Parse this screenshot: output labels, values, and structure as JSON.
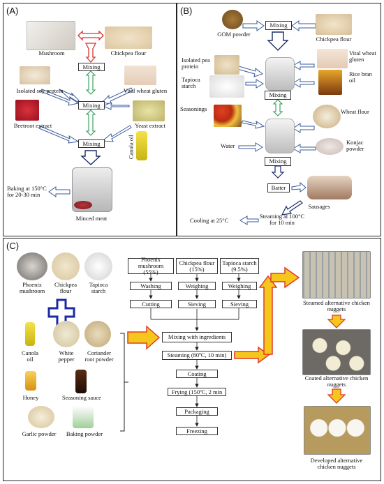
{
  "panels": {
    "a": "(A)",
    "b": "(B)",
    "c": "(C)"
  },
  "panel_a": {
    "mushroom": "Mushroom",
    "chickpea_flour": "Chickpea flour",
    "mixing1": "Mixing",
    "isolated_soy_protein": "Isolated soy protein",
    "vital_wheat_gluten": "Vital wheat gluten",
    "mixing2": "Mixing",
    "beetroot_extract": "Beetroot extract",
    "yeast_extract": "Yeast extract",
    "mixing3": "Mixing",
    "canola_oil": "Canola oil",
    "baking_line1": "Baking at 150°C",
    "baking_line2": "for 20-30 min",
    "minced_meat": "Minced meat"
  },
  "panel_b": {
    "gom_powder": "GOM powder",
    "mixing_top": "Mixing",
    "chickpea_flour": "Chickpea flour",
    "isolated_pea_protein_l1": "Isolated pea",
    "isolated_pea_protein_l2": "protein",
    "tapioca_starch_l1": "Tapioca",
    "tapioca_starch_l2": "starch",
    "vital_wheat_gluten_l1": "Vital wheat",
    "vital_wheat_gluten_l2": "gluten",
    "rice_bran_oil_l1": "Rice bran",
    "rice_bran_oil_l2": "oil",
    "mixing_mid": "Mixing",
    "seasonings": "Seasonings",
    "wheat_flour": "Wheat flour",
    "water": "Water",
    "konjac_l1": "Konjac",
    "konjac_l2": "powder",
    "mixing_low": "Mixing",
    "batter": "Batter",
    "sausages": "Sausages",
    "steaming_l1": "Steaming at 100°C",
    "steaming_l2": "for 10 min",
    "cooling": "Cooling at 25°C"
  },
  "panel_c": {
    "ingredients": {
      "phoenix_l1": "Phoenix",
      "phoenix_l2": "mushroom",
      "chickpea_l1": "Chickpea",
      "chickpea_l2": "flour",
      "tapioca_l1": "Tapioca",
      "tapioca_l2": "starch",
      "canola_l1": "Canola",
      "canola_l2": "oil",
      "white_pepper_l1": "White",
      "white_pepper_l2": "pepper",
      "coriander_l1": "Coriander",
      "coriander_l2": "root powder",
      "honey": "Honey",
      "seasoning_sauce": "Seasoning sauce",
      "garlic_powder": "Garlic powder",
      "baking_powder": "Baking powder"
    },
    "flow": {
      "col1_head_l1": "Phoenix mushroom",
      "col1_head_l2": "(55%)",
      "col2_head_l1": "Chickpea  flour",
      "col2_head_l2": "(15%)",
      "col3_head_l1": "Tapioca starch",
      "col3_head_l2": "(9.5%)",
      "washing": "Washing",
      "weighing1": "Weighing",
      "weighing2": "Weighing",
      "cutting": "Cutting",
      "sieving1": "Sieving",
      "sieving2": "Sieving",
      "mixing": "Mixing with ingredients",
      "steaming": "Steaming (80ºC, 10 min)",
      "coating": "Coating",
      "frying": "Frying (150ºC, 2 min",
      "packaging": "Packaging",
      "freezing": "Freezing"
    },
    "photos": {
      "steamed_l1": "Steamed alternative chicken",
      "steamed_l2": "nuggets",
      "coated_l1": "Coated alternative chicken",
      "coated_l2": "nuggets",
      "developed_l1": "Developed alternative",
      "developed_l2": "chicken nuggets"
    }
  }
}
